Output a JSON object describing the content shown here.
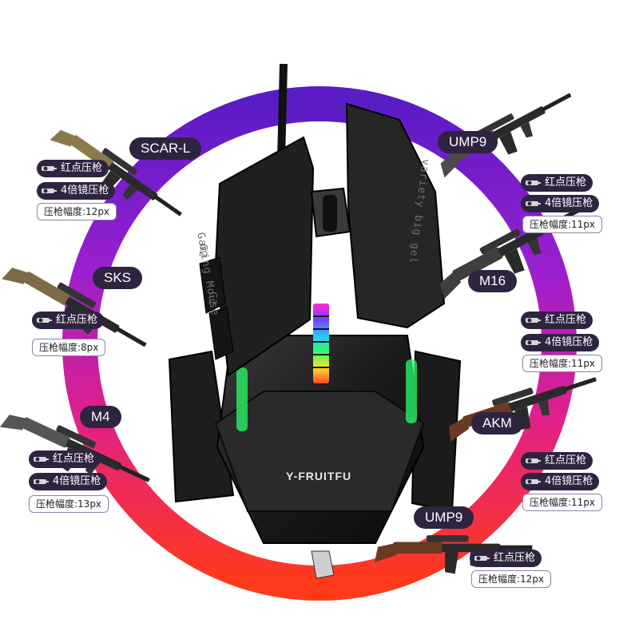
{
  "brand": "Y-FRUITFU",
  "mouse_text": {
    "gaming_mouse": "Gaming Mouse",
    "variety": "variety big gel",
    "g1": "G1",
    "g2": "G2"
  },
  "weapons": [
    {
      "name": "SCAR-L",
      "tags": [
        "红点压枪",
        "4倍镜压枪"
      ],
      "recoil": "压枪幅度:12px",
      "color": "#8b7a4a"
    },
    {
      "name": "SKS",
      "tags": [
        "红点压枪"
      ],
      "recoil": "压枪幅度:8px",
      "color": "#7d6b45"
    },
    {
      "name": "M4",
      "tags": [
        "红点压枪",
        "4倍镜压枪"
      ],
      "recoil": "压枪幅度:13px",
      "color": "#555555"
    },
    {
      "name": "UMP9",
      "tags": [
        "红点压枪",
        "4倍镜压枪"
      ],
      "recoil": "压枪幅度:11px",
      "color": "#4a4a4a"
    },
    {
      "name": "M16",
      "tags": [
        "红点压枪",
        "4倍镜压枪"
      ],
      "recoil": "压枪幅度:11px",
      "color": "#3e3e3e"
    },
    {
      "name": "AKM",
      "tags": [
        "红点压枪",
        "4倍镜压枪"
      ],
      "recoil": "压枪幅度:11px",
      "color": "#6b3a22"
    },
    {
      "name": "UMP9",
      "tags": [
        "红点压枪"
      ],
      "recoil": "压枪幅度:12px",
      "color": "#6b3a22"
    }
  ]
}
